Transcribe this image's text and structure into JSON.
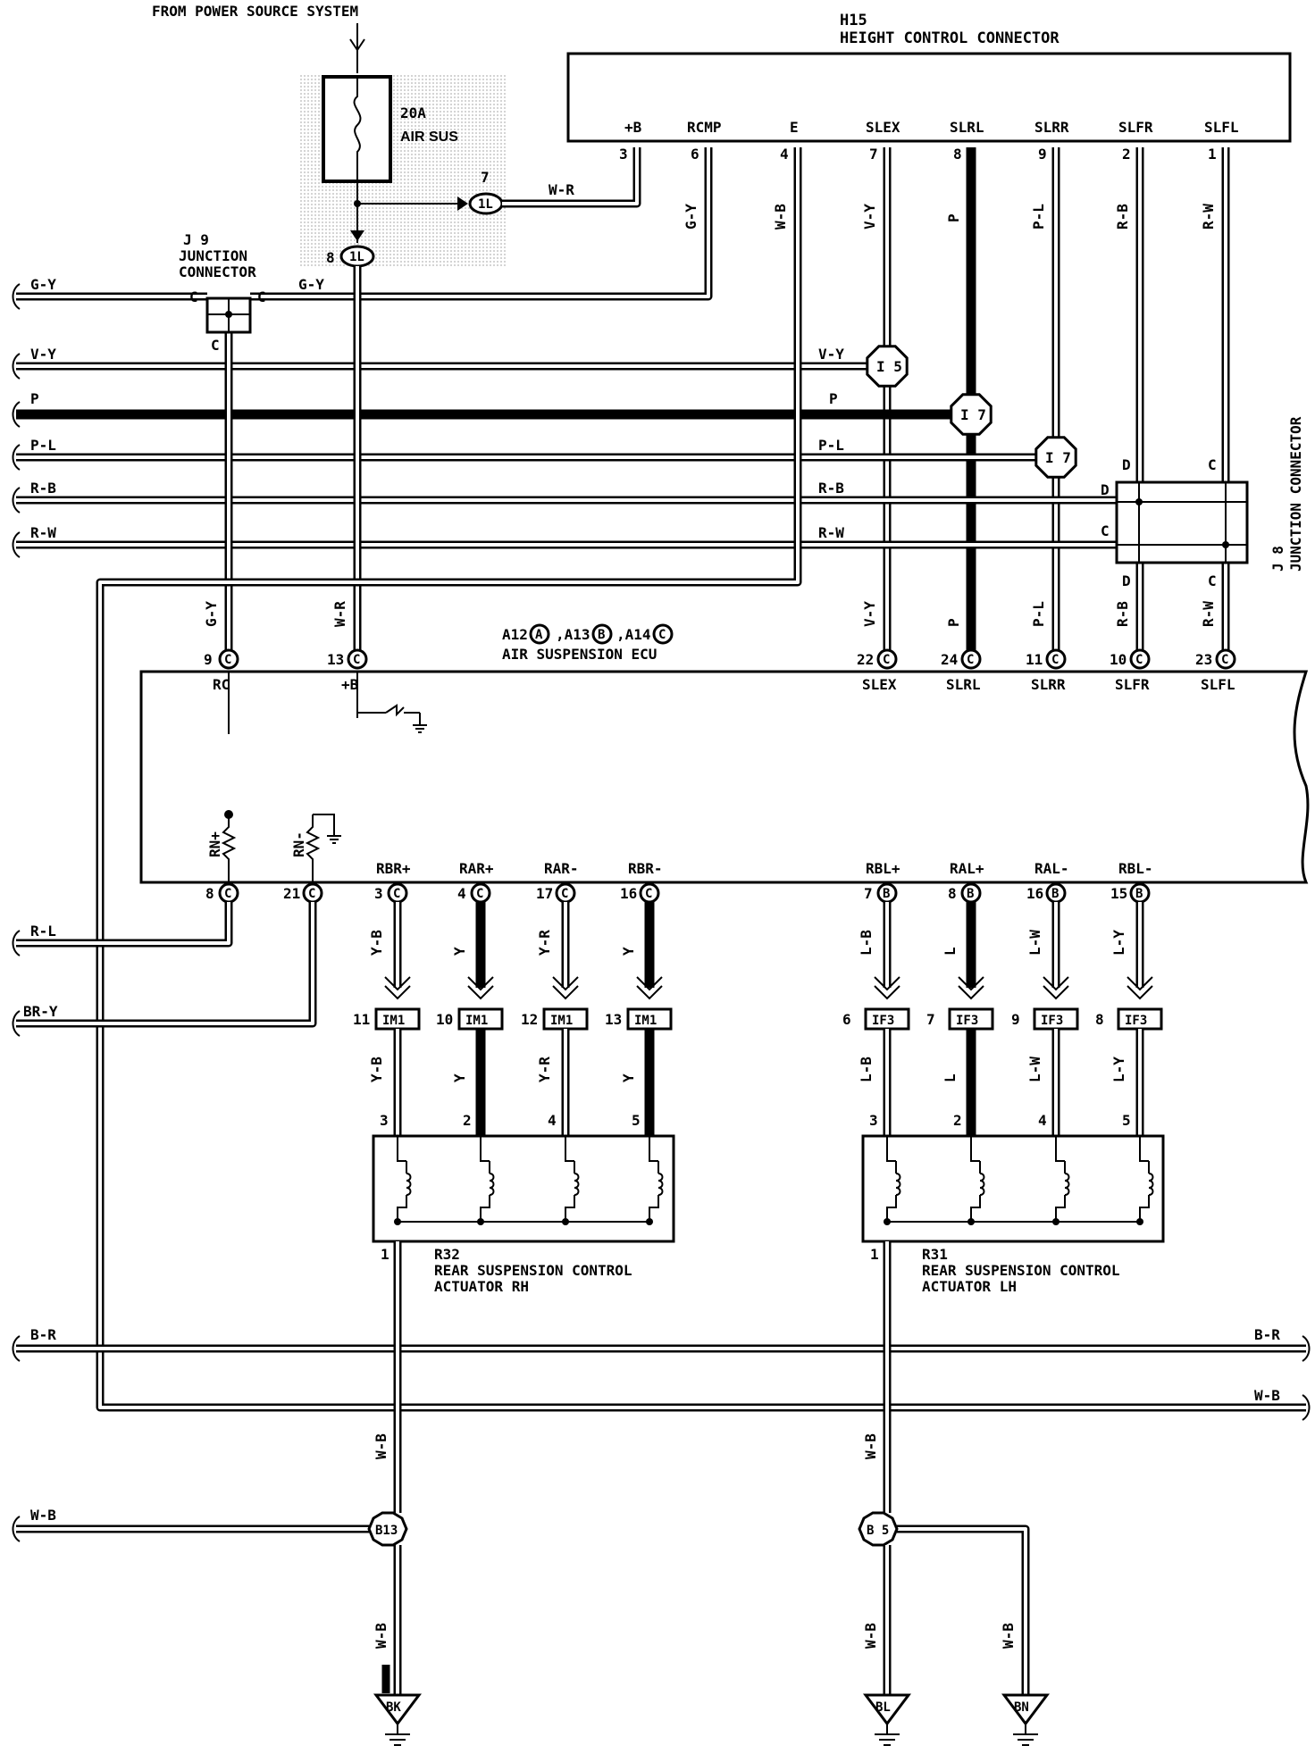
{
  "top": {
    "source_label": "FROM POWER SOURCE SYSTEM",
    "fuse_label_1": "20A",
    "fuse_label_2": "AIR SUS",
    "h15_id": "H15",
    "h15_name": "HEIGHT CONTROL CONNECTOR",
    "h15_pins": [
      {
        "name": "+B",
        "num": "3",
        "wire": ""
      },
      {
        "name": "RCMP",
        "num": "6",
        "wire": "G-Y"
      },
      {
        "name": "E",
        "num": "4",
        "wire": "W-B"
      },
      {
        "name": "SLEX",
        "num": "7",
        "wire": "V-Y"
      },
      {
        "name": "SLRL",
        "num": "8",
        "wire": "P"
      },
      {
        "name": "SLRR",
        "num": "9",
        "wire": "P-L"
      },
      {
        "name": "SLFR",
        "num": "2",
        "wire": "R-B"
      },
      {
        "name": "SLFL",
        "num": "1",
        "wire": "R-W"
      }
    ],
    "plus_b_wire": "W-R",
    "conn_1l_top_num": "7",
    "conn_1l_bottom_num": "8",
    "conn_1l_label": "1L"
  },
  "j9": {
    "id": "J 9",
    "name_1": "JUNCTION",
    "name_2": "CONNECTOR",
    "pin": "C"
  },
  "j8": {
    "id": "J 8",
    "name": "JUNCTION CONNECTOR",
    "pin_d": "D",
    "pin_c": "C"
  },
  "left_wires": [
    "G-Y",
    "V-Y",
    "P",
    "P-L",
    "R-B",
    "R-W"
  ],
  "mid_wires": [
    "G-Y",
    "V-Y",
    "P",
    "P-L",
    "R-B",
    "R-W"
  ],
  "splices": [
    "I 5",
    "I 7",
    "I 7"
  ],
  "ecu": {
    "title": "AIR SUSPENSION ECU",
    "conn_ref": [
      {
        "id": "A12",
        "letter": "A"
      },
      {
        "id": "A13",
        "letter": "B"
      },
      {
        "id": "A14",
        "letter": "C"
      }
    ],
    "top_pins": [
      {
        "num": "9",
        "letter": "C",
        "name": "RC",
        "wire": "G-Y"
      },
      {
        "num": "13",
        "letter": "C",
        "name": "+B",
        "wire": "W-R"
      },
      {
        "num": "22",
        "letter": "C",
        "name": "SLEX",
        "wire": "V-Y"
      },
      {
        "num": "24",
        "letter": "C",
        "name": "SLRL",
        "wire": "P"
      },
      {
        "num": "11",
        "letter": "C",
        "name": "SLRR",
        "wire": "P-L"
      },
      {
        "num": "10",
        "letter": "C",
        "name": "SLFR",
        "wire": "R-B"
      },
      {
        "num": "23",
        "letter": "C",
        "name": "SLFL",
        "wire": "R-W"
      }
    ],
    "bottom_pins": [
      {
        "num": "8",
        "letter": "C",
        "name": "RN+"
      },
      {
        "num": "21",
        "letter": "C",
        "name": "RN-"
      },
      {
        "num": "3",
        "letter": "C",
        "name": "RBR+",
        "wire": "Y-B",
        "conn_num": "11",
        "conn": "IM1",
        "act_pin": "3"
      },
      {
        "num": "4",
        "letter": "C",
        "name": "RAR+",
        "wire": "Y",
        "conn_num": "10",
        "conn": "IM1",
        "act_pin": "2"
      },
      {
        "num": "17",
        "letter": "C",
        "name": "RAR-",
        "wire": "Y-R",
        "conn_num": "12",
        "conn": "IM1",
        "act_pin": "4"
      },
      {
        "num": "16",
        "letter": "C",
        "name": "RBR-",
        "wire": "Y",
        "conn_num": "13",
        "conn": "IM1",
        "act_pin": "5"
      },
      {
        "num": "7",
        "letter": "B",
        "name": "RBL+",
        "wire": "L-B",
        "conn_num": "6",
        "conn": "IF3",
        "act_pin": "3"
      },
      {
        "num": "8",
        "letter": "B",
        "name": "RAL+",
        "wire": "L",
        "conn_num": "7",
        "conn": "IF3",
        "act_pin": "2"
      },
      {
        "num": "16",
        "letter": "B",
        "name": "RAL-",
        "wire": "L-W",
        "conn_num": "9",
        "conn": "IF3",
        "act_pin": "4"
      },
      {
        "num": "15",
        "letter": "B",
        "name": "RBL-",
        "wire": "L-Y",
        "conn_num": "8",
        "conn": "IF3",
        "act_pin": "5"
      }
    ]
  },
  "left_lower_wires": [
    "R-L",
    "BR-Y"
  ],
  "actuators": {
    "rh": {
      "id": "R32",
      "name_1": "REAR SUSPENSION CONTROL",
      "name_2": "ACTUATOR RH",
      "gnd_pin": "1"
    },
    "lh": {
      "id": "R31",
      "name_1": "REAR SUSPENSION CONTROL",
      "name_2": "ACTUATOR LH",
      "gnd_pin": "1"
    }
  },
  "bus": {
    "br": "B-R",
    "wb": "W-B"
  },
  "ground": {
    "left_wire": "W-B",
    "splice_rh": "B13",
    "splice_lh": "B 5",
    "wire": "W-B",
    "points": [
      "BK",
      "BL",
      "BN"
    ]
  }
}
